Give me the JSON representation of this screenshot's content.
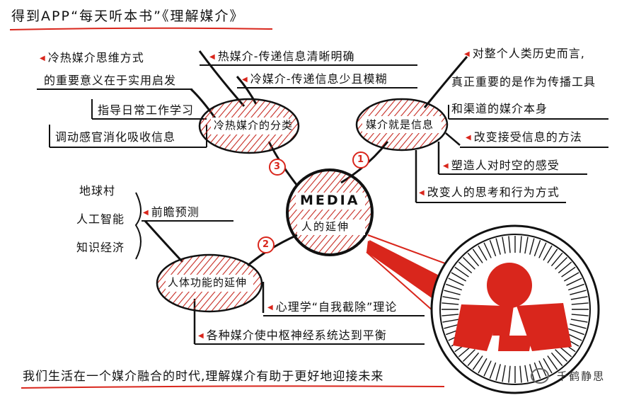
{
  "title": "得到APP“每天听本书”《理解媒介》",
  "center": {
    "line1": "MEDIA",
    "line2": "人的延伸"
  },
  "branches": [
    {
      "number": "1",
      "label": "媒介就是信息",
      "items": [
        "对整个人类历史而言,",
        "真正重要的是作为传播工具",
        "和渠道的媒介本身",
        "改变接受信息的方法",
        "塑造人对时空的感受",
        "改变人的思考和行为方式"
      ]
    },
    {
      "number": "2",
      "label": "人体功能的延伸",
      "items": [
        "心理学“自我截除”理论",
        "各种媒介使中枢神经系统达到平衡"
      ],
      "prediction": {
        "label": "前瞻预测",
        "items": [
          "地球村",
          "人工智能",
          "知识经济"
        ]
      }
    },
    {
      "number": "3",
      "label": "冷热媒介的分类",
      "items": [
        "热媒介-传递信息清晰明确",
        "冷媒介-传递信息少且模糊",
        "冷热媒介思维方式",
        "的重要意义在于实用启发",
        "指导日常工作学习",
        "调动感官消化吸收信息"
      ]
    }
  ],
  "footer": "我们生活在一个媒介融合的时代,理解媒介有助于更好地迎接未来",
  "watermark": "千鹤静思",
  "colors": {
    "accent": "#d9261c",
    "ink": "#111111",
    "hatch": "#c62a22"
  }
}
